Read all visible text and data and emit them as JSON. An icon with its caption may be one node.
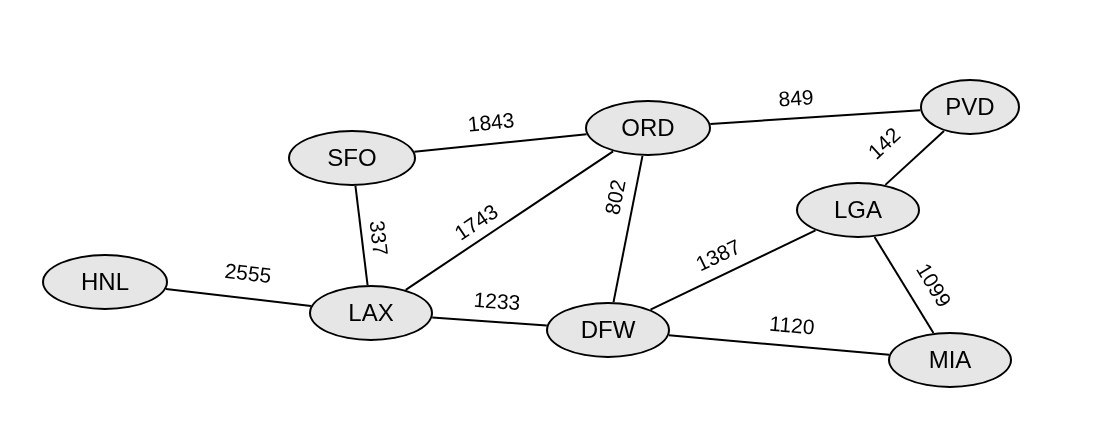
{
  "diagram": {
    "nodes": [
      {
        "text": [
          "SFO"
        ]
      },
      {
        "text": [
          "ORD"
        ]
      },
      {
        "text": [
          "PVD"
        ]
      },
      {
        "text": [
          "LGA"
        ]
      },
      {
        "text": [
          "HNL"
        ]
      },
      {
        "text": [
          "LAX"
        ]
      },
      {
        "text": [
          "DFW"
        ]
      },
      {
        "text": [
          "MIA"
        ]
      }
    ],
    "edges": [
      {
        "from": 0,
        "to": 1,
        "arrow": "none",
        "label": "1843"
      },
      {
        "from": 1,
        "to": 2,
        "arrow": "none",
        "label": "849"
      },
      {
        "from": 2,
        "to": 3,
        "arrow": "none",
        "label": "142"
      },
      {
        "from": 0,
        "to": 5,
        "arrow": "none",
        "label": "337"
      },
      {
        "from": 5,
        "to": 1,
        "arrow": "none",
        "label": "1743"
      },
      {
        "from": 1,
        "to": 6,
        "arrow": "none",
        "label": "802"
      },
      {
        "from": 4,
        "to": 5,
        "arrow": "none",
        "label": "2555"
      },
      {
        "from": 5,
        "to": 6,
        "arrow": "none",
        "label": "1233"
      },
      {
        "from": 6,
        "to": 3,
        "arrow": "none",
        "label": "1387"
      },
      {
        "from": 3,
        "to": 7,
        "arrow": "none",
        "label": "1099"
      },
      {
        "from": 6,
        "to": 7,
        "arrow": "none",
        "label": "1120"
      }
    ]
  }
}
